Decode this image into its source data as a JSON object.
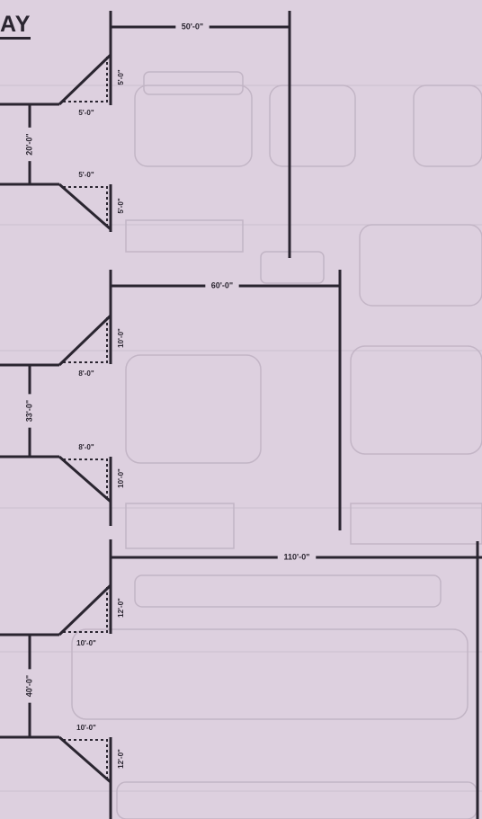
{
  "heading": "AY",
  "colors": {
    "background": "#ddd0df",
    "line": "#2a2530",
    "ghost": "#b7aabb"
  },
  "diagram": {
    "sections": [
      {
        "lane_length": "50'-0\"",
        "spacing": "20'-0\"",
        "upper_stall": {
          "horizontal": "5'-0\"",
          "vertical": "5'-0\""
        },
        "lower_stall": {
          "horizontal": "5'-0\"",
          "vertical": "5'-0\""
        }
      },
      {
        "lane_length": "60'-0\"",
        "spacing": "33'-0\"",
        "upper_stall": {
          "horizontal": "8'-0\"",
          "vertical": "10'-0\""
        },
        "lower_stall": {
          "horizontal": "8'-0\"",
          "vertical": "10'-0\""
        }
      },
      {
        "lane_length": "110'-0\"",
        "spacing": "40'-0\"",
        "upper_stall": {
          "horizontal": "10'-0\"",
          "vertical": "12'-0\""
        },
        "lower_stall": {
          "horizontal": "10'-0\"",
          "vertical": "12'-0\""
        }
      }
    ]
  }
}
